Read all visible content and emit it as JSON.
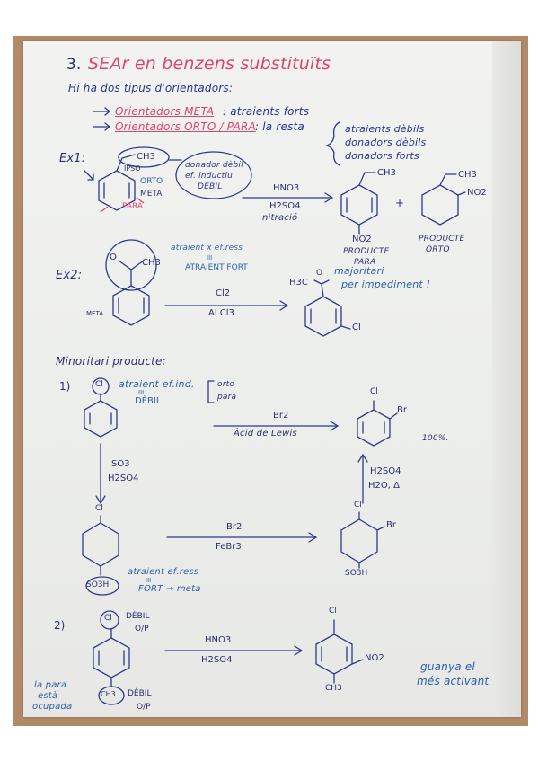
{
  "title": {
    "number": "3.",
    "text": "SEAr en benzens substituïts"
  },
  "intro": "Hi ha dos tipus d'orientadors:",
  "orienters": {
    "meta": {
      "name": "Orientadors META",
      "desc": ": atraients forts"
    },
    "ortopara": {
      "name": "Orientadors ORTO / PARA",
      "desc": ": la resta"
    },
    "list": [
      "atraients dèbils",
      "donadors dèbils",
      "donadors forts"
    ]
  },
  "ex1": {
    "label": "Ex1:",
    "substituent": "CH3",
    "positions": {
      "ipso": "IPSO",
      "orto": "ORTO",
      "meta": "META",
      "para": "PARA"
    },
    "note": [
      "donador dèbil",
      "ef. inductiu",
      "DÈBIL"
    ],
    "reagents": [
      "HNO3",
      "H2SO4",
      "nitració"
    ],
    "product1": {
      "sub": "CH3",
      "group": "NO2",
      "caption": [
        "PRODUCTE",
        "PARA"
      ]
    },
    "plus": "+",
    "product2": {
      "sub": "CH3",
      "group": "NO2",
      "caption": [
        "PRODUCTE",
        "ORTO"
      ]
    }
  },
  "ex2": {
    "label": "Ex2:",
    "group_o": "O",
    "group_ch3": "CH3",
    "note": [
      "atraient x ef.ress",
      "III",
      "ATRAIENT FORT"
    ],
    "meta_label": "META",
    "reagents": [
      "Cl2",
      "Al Cl3"
    ],
    "product": {
      "h3c": "H3C",
      "o": "O",
      "cl": "Cl"
    },
    "product_note": [
      "majoritari",
      "per impediment !"
    ]
  },
  "minor": {
    "label": "Minoritari producte:"
  },
  "m1": {
    "num": "1)",
    "cl": "Cl",
    "note": [
      "atraient ef.ind.",
      "III",
      "DÈBIL"
    ],
    "bracket": [
      "orto",
      "para"
    ],
    "reagent_top": "Br2",
    "reagent_bottom": "Àcid de Lewis",
    "product": {
      "cl": "Cl",
      "br": "Br"
    },
    "product_note": "100%.",
    "down_reagents": [
      "SO3",
      "H2SO4"
    ],
    "mid": {
      "cl": "Cl",
      "so3h": "SO3H"
    },
    "mid_note": [
      "atraient ef.ress",
      "III",
      "FORT → meta"
    ],
    "mid_reagents": [
      "Br2",
      "FeBr3"
    ],
    "right": {
      "cl": "Cl",
      "br": "Br",
      "so3h": "SO3H"
    },
    "up_reagents": [
      "H2SO4",
      "H2O, Δ"
    ]
  },
  "m2": {
    "num": "2)",
    "cl": "Cl",
    "cl_note": [
      "DÈBIL",
      "O/P"
    ],
    "ch3": "CH3",
    "ch3_note": [
      "DÈBIL",
      "O/P"
    ],
    "side_note": [
      "la para",
      "està",
      "ocupada"
    ],
    "reagents": [
      "HNO3",
      "H2SO4"
    ],
    "product": {
      "cl": "Cl",
      "no2": "NO2",
      "ch3": "CH3"
    },
    "product_note": [
      "guanya el",
      "més activant"
    ]
  },
  "colors": {
    "ink_blue": "#27358a",
    "ink_pink": "#d9456b",
    "ink_red": "#c8423f",
    "paper": "#eceeeb",
    "table": "#b08a69"
  }
}
